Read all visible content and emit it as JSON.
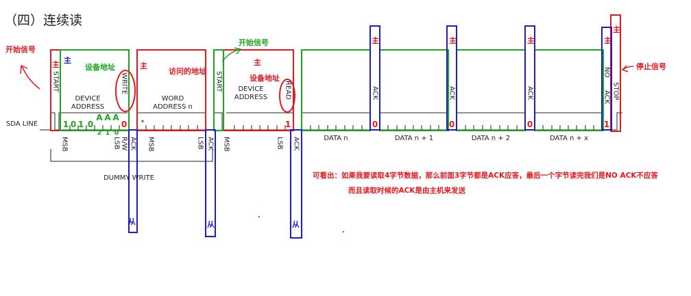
{
  "heading": "（四）连续读",
  "notes": {
    "start_signal_1": "开始信号",
    "start_signal_2": "开始信号",
    "stop_signal": "停止信号",
    "master": "主",
    "slave": "从",
    "device_address_cn": "设备地址",
    "access_address_cn": "访问的地址",
    "explanation_line1": "可看出：如果我要读取4字节数据，那么前面3字节都是ACK应答，最后一个字节读完我们是NO ACK不应答",
    "explanation_line2": "而且读取时候的ACK是由主机来发送"
  },
  "labels": {
    "sda_line": "SDA LINE",
    "start": "START",
    "device_address_1": "DEVICE",
    "device_address_2": "ADDRESS",
    "write": "WRITE",
    "read": "READ",
    "word_address_1": "WORD",
    "word_address_2": "ADDRESS n",
    "ack": "ACK",
    "no_ack": "NO ACK",
    "stop": "STOP",
    "msb": "MSB",
    "lsb": "LSB",
    "rw": "R/W",
    "dummy_write": "DUMMY WRITE",
    "data_n": "DATA n",
    "data_n1": "DATA n + 1",
    "data_n2": "DATA n + 2",
    "data_nx": "DATA n + x",
    "asterisk": "*"
  },
  "bits": {
    "device_fixed": [
      "1",
      "0",
      "1",
      "0"
    ],
    "device_addr": [
      "A",
      "A",
      "A"
    ],
    "device_addr_sub": [
      "2",
      "1",
      "0"
    ],
    "write_bit": "0",
    "read_bit": "1",
    "ack_bit": "0",
    "no_ack_bit": "1"
  },
  "colors": {
    "master": "#e8171e",
    "slave": "#1a1ad8",
    "green": "#1aa81a",
    "line": "#222222"
  }
}
